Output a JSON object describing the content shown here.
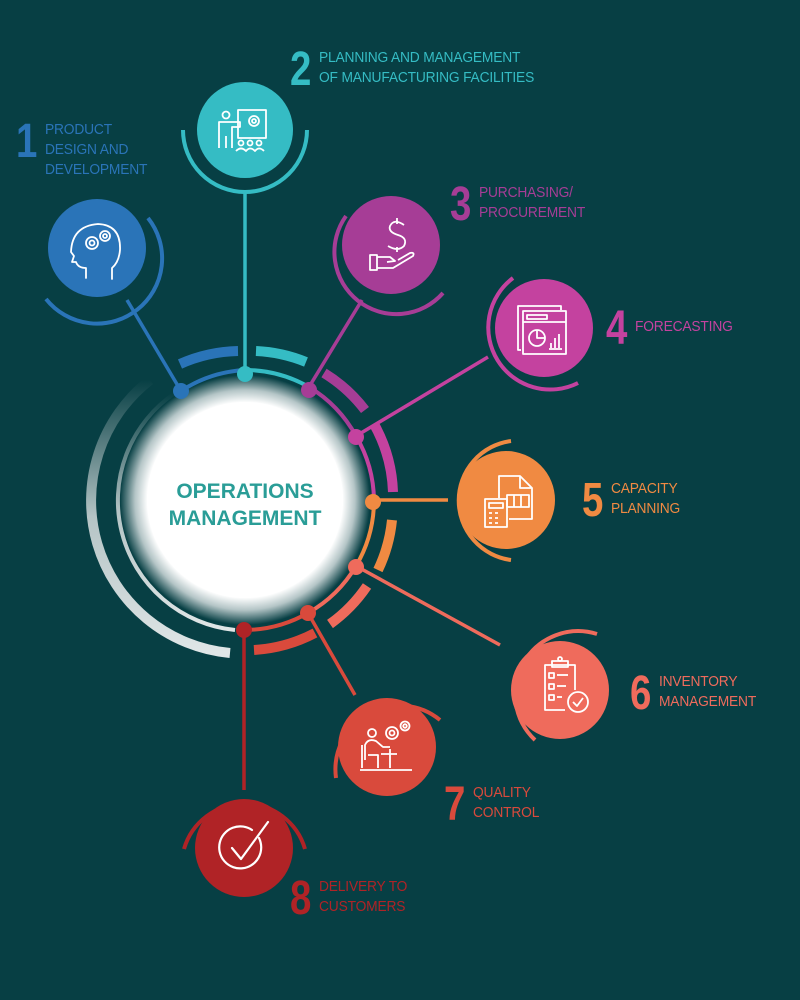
{
  "title": "OPERATIONS MANAGEMENT",
  "center": {
    "line1": "OPERATIONS",
    "line2": "MANAGEMENT"
  },
  "colors": {
    "background": "#073f44",
    "step1": "#2a74b8",
    "step2": "#35bcc4",
    "step3": "#a63d96",
    "step4": "#c4429f",
    "step5": "#f08a42",
    "step6": "#ef6b5c",
    "step7": "#d94a3c",
    "step8": "#b02326",
    "center_text": "#2a9d97"
  },
  "steps": [
    {
      "number": "1",
      "line1": "PRODUCT",
      "line2": "DESIGN AND",
      "line3": "DEVELOPMENT",
      "icon": "head-gears-icon"
    },
    {
      "number": "2",
      "line1": "PLANNING AND MANAGEMENT",
      "line2": "OF MANUFACTURING FACILITIES",
      "icon": "presentation-gear-icon"
    },
    {
      "number": "3",
      "line1": "PURCHASING/",
      "line2": "PROCUREMENT",
      "icon": "hand-dollar-icon"
    },
    {
      "number": "4",
      "line1": "FORECASTING",
      "icon": "browser-chart-icon"
    },
    {
      "number": "5",
      "line1": "CAPACITY",
      "line2": "PLANNING",
      "icon": "calculator-document-icon"
    },
    {
      "number": "6",
      "line1": "INVENTORY",
      "line2": "MANAGEMENT",
      "icon": "clipboard-check-icon"
    },
    {
      "number": "7",
      "line1": "QUALITY",
      "line2": "CONTROL",
      "icon": "worker-gears-icon"
    },
    {
      "number": "8",
      "line1": "DELIVERY TO",
      "line2": "CUSTOMERS",
      "icon": "check-circle-icon"
    }
  ]
}
